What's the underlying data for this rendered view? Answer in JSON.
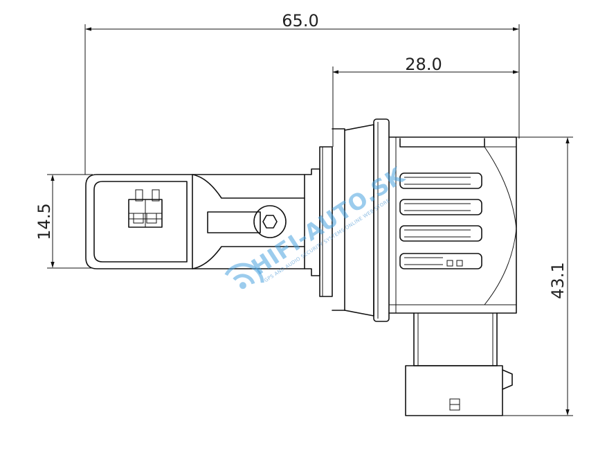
{
  "dimensions": {
    "total_length": "65.0",
    "base_length": "28.0",
    "plug_height": "14.5",
    "total_height": "43.1"
  },
  "watermark": {
    "brand": "HIFI-AUTO.SK",
    "tagline": "GPS AND AUDIO SECURITY SYSTEMS ONLINE WEB STORE",
    "color": "#4aa3df"
  }
}
